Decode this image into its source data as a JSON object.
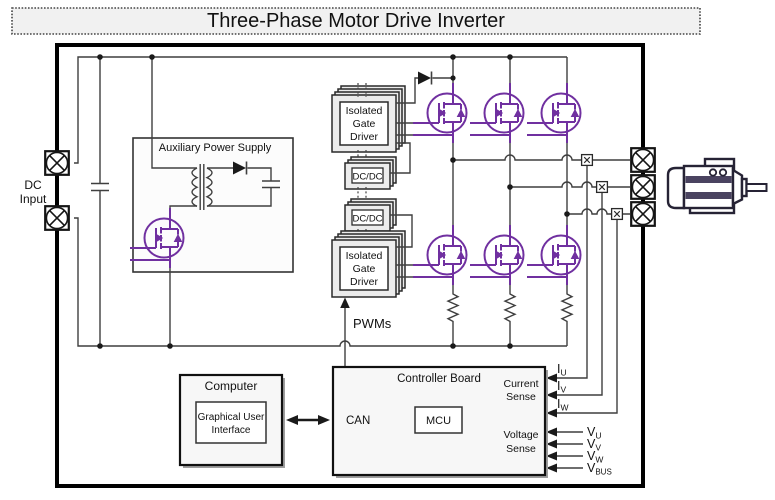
{
  "title": "Three-Phase Motor Drive Inverter",
  "labels": {
    "dc_input_line1": "DC",
    "dc_input_line2": "Input",
    "aux_supply": "Auxiliary Power Supply",
    "pwms": "PWMs",
    "dcdc": "DC/DC"
  },
  "gate_driver": {
    "line1": "Isolated",
    "line2": "Gate",
    "line3": "Driver"
  },
  "computer": {
    "title": "Computer",
    "gui_line1": "Graphical User",
    "gui_line2": "Interface"
  },
  "controller": {
    "title": "Controller Board",
    "can": "CAN",
    "mcu": "MCU",
    "current_line1": "Current",
    "current_line2": "Sense",
    "voltage_line1": "Voltage",
    "voltage_line2": "Sense"
  },
  "signals": {
    "currents": [
      {
        "main": "I",
        "sub": "U"
      },
      {
        "main": "I",
        "sub": "V"
      },
      {
        "main": "I",
        "sub": "W"
      }
    ],
    "voltages": [
      {
        "main": "V",
        "sub": "U"
      },
      {
        "main": "V",
        "sub": "V"
      },
      {
        "main": "V",
        "sub": "W"
      },
      {
        "main": "V",
        "sub": "BUS"
      }
    ]
  },
  "colors": {
    "mosfet_purple": "#7030a0",
    "motor_stripe": "#4a4360",
    "wire_gray": "#3f3f3f",
    "box_fill": "#ececec"
  }
}
